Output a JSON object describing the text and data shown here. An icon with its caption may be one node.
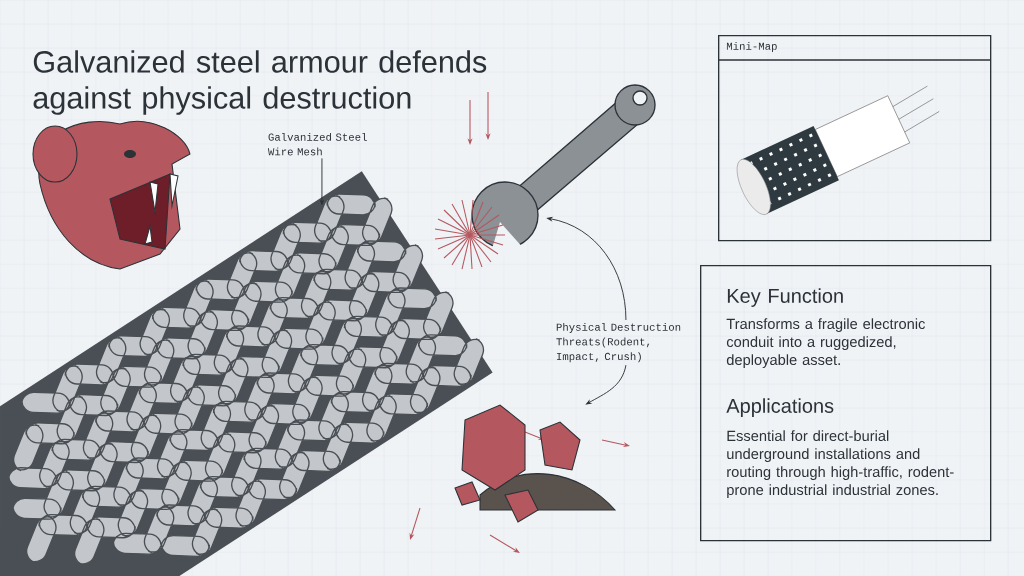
{
  "diagram": {
    "title": "Galvanized steel armour defends against physical destruction",
    "nodes": [
      {
        "text": [
          "Galvanized Steel Wire Mesh"
        ]
      },
      {
        "text": [],
        "shape": "picture"
      },
      {
        "text": [
          "Physical Destruction Threats(Rodent, Impact, Crush)"
        ]
      },
      {
        "text": [],
        "shape": "picture"
      },
      {
        "text": [],
        "shape": "picture"
      },
      {
        "text": [
          "Mini-Map"
        ]
      },
      {
        "text": [
          "Key Function",
          "Transforms a fragile electronic conduit into a ruggedized, deployable asset.",
          "Applications",
          "Essential for direct-burial underground installations and routing through high-traffic, rodent-prone industrial industrial zones."
        ]
      }
    ],
    "edges": [
      {
        "from": 0,
        "to": 1,
        "arrow": "to"
      },
      {
        "from": 2,
        "to": 3,
        "arrow": "to"
      },
      {
        "from": 2,
        "to": 4,
        "arrow": "to"
      }
    ]
  }
}
